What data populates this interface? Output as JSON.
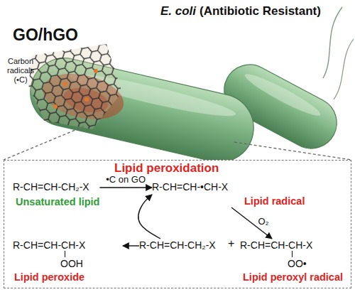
{
  "diagram": {
    "nodes": [
      {
        "text": [
          "Lipid peroxidation"
        ]
      },
      {
        "text": [
          "R-CH=CH-CH₂-X",
          "Unsaturated lipid"
        ],
        "in": 0
      },
      {
        "text": [
          "R-CH=CH-•CH-X",
          "Lipid radical"
        ],
        "in": 0
      },
      {
        "text": [
          "R-CH=CH-CH-X",
          "OOH",
          "Lipid peroxide"
        ],
        "in": 0
      },
      {
        "text": [
          "R-CH=CH-CH₂-X"
        ],
        "in": 0
      },
      {
        "text": [
          "R-CH=CH-CH-X",
          "OO•",
          "Lipid peroxyl radical"
        ],
        "in": 0
      }
    ],
    "edges": [
      {
        "from": 1,
        "to": 2,
        "label": "•C on GO",
        "arrow": "to"
      },
      {
        "from": 2,
        "to": 5,
        "label": "O₂",
        "arrow": "to"
      },
      {
        "from": 4,
        "to": 2,
        "arrow": "to"
      },
      {
        "from": 4,
        "to": 3,
        "arrow": "to"
      }
    ],
    "labels": [
      "GO/hGO",
      "E. coli",
      "(Antibiotic Resistant)",
      "Carbon radicals (•C)",
      "+"
    ]
  }
}
